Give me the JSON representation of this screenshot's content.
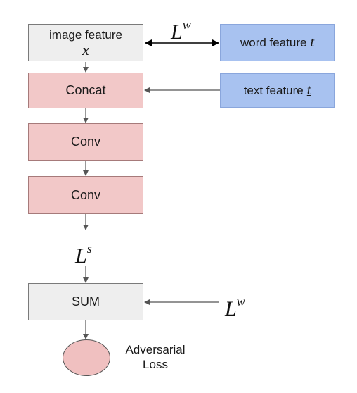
{
  "nodes": {
    "image_feature": {
      "label": "image feature",
      "var": "x"
    },
    "concat": {
      "label": "Concat"
    },
    "conv1": {
      "label": "Conv"
    },
    "conv2": {
      "label": "Conv"
    },
    "sum": {
      "label": "SUM"
    },
    "adversarial_loss": {
      "line1": "Adversarial",
      "line2": "Loss"
    },
    "word_feature": {
      "label": "word feature",
      "var": "t"
    },
    "text_feature": {
      "label": "text feature",
      "var": "t"
    }
  },
  "labels": {
    "lw_top": {
      "base": "L",
      "sup": "w"
    },
    "ls": {
      "base": "L",
      "sup": "s"
    },
    "lw_right": {
      "base": "L",
      "sup": "w"
    }
  },
  "colors": {
    "gray_box": "#eeeeee",
    "pink_box": "#f2c8c8",
    "blue_box": "#a8c2f0",
    "arrow": "#555555"
  }
}
